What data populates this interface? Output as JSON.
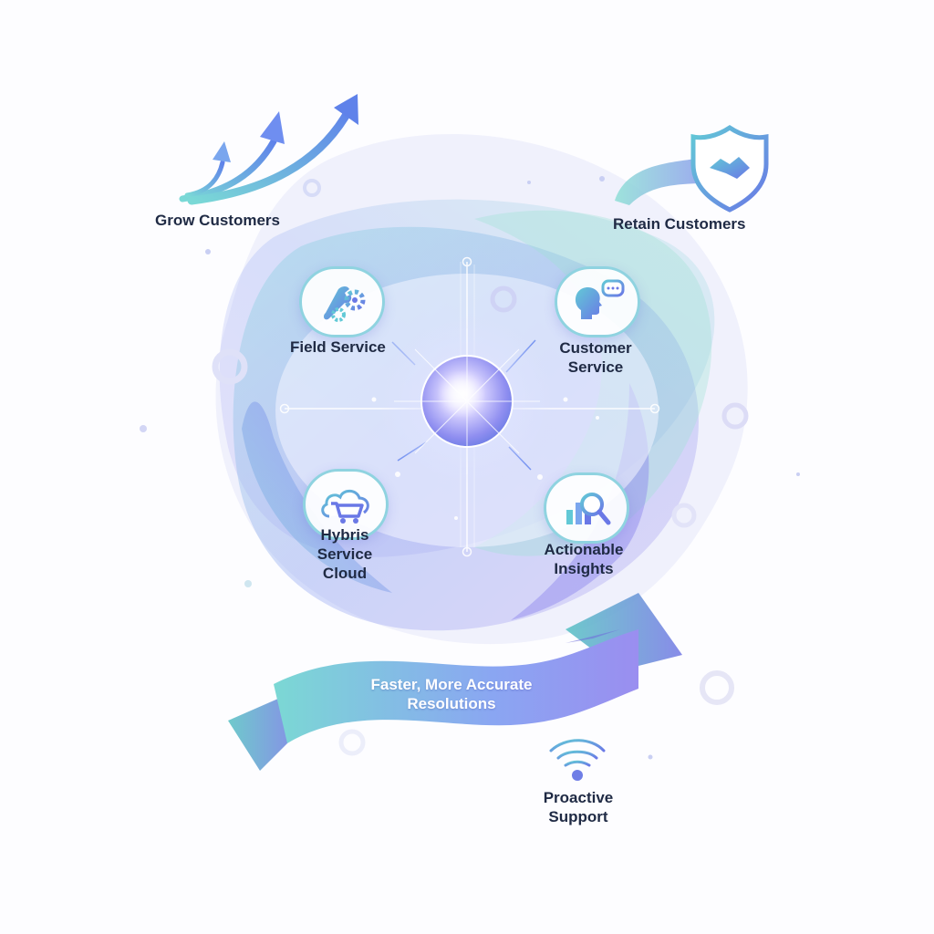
{
  "nodes": {
    "grow": "Grow Customers",
    "retain": "Retain Customers",
    "field_service": "Field Service",
    "customer_service": [
      "Customer",
      "Service"
    ],
    "hybris": [
      "Hybris",
      "Service",
      "Cloud"
    ],
    "insights": [
      "Actionable",
      "Insights"
    ],
    "proactive": [
      "Proactive",
      "Support"
    ]
  },
  "banner": [
    "Faster, More Accurate",
    "Resolutions"
  ],
  "icons": {
    "grow": "growth-arrows-icon",
    "retain": "handshake-shield-icon",
    "field_service": "wrench-gears-icon",
    "customer_service": "head-chat-icon",
    "hybris": "cloud-cart-icon",
    "insights": "chart-magnifier-icon",
    "proactive": "wireless-signal-icon",
    "hub": "glowing-orb-icon"
  },
  "colors": {
    "teal": "#6fd6d2",
    "blue": "#6f8ef0",
    "violet": "#9b8cf0",
    "text": "#1f2a44"
  }
}
